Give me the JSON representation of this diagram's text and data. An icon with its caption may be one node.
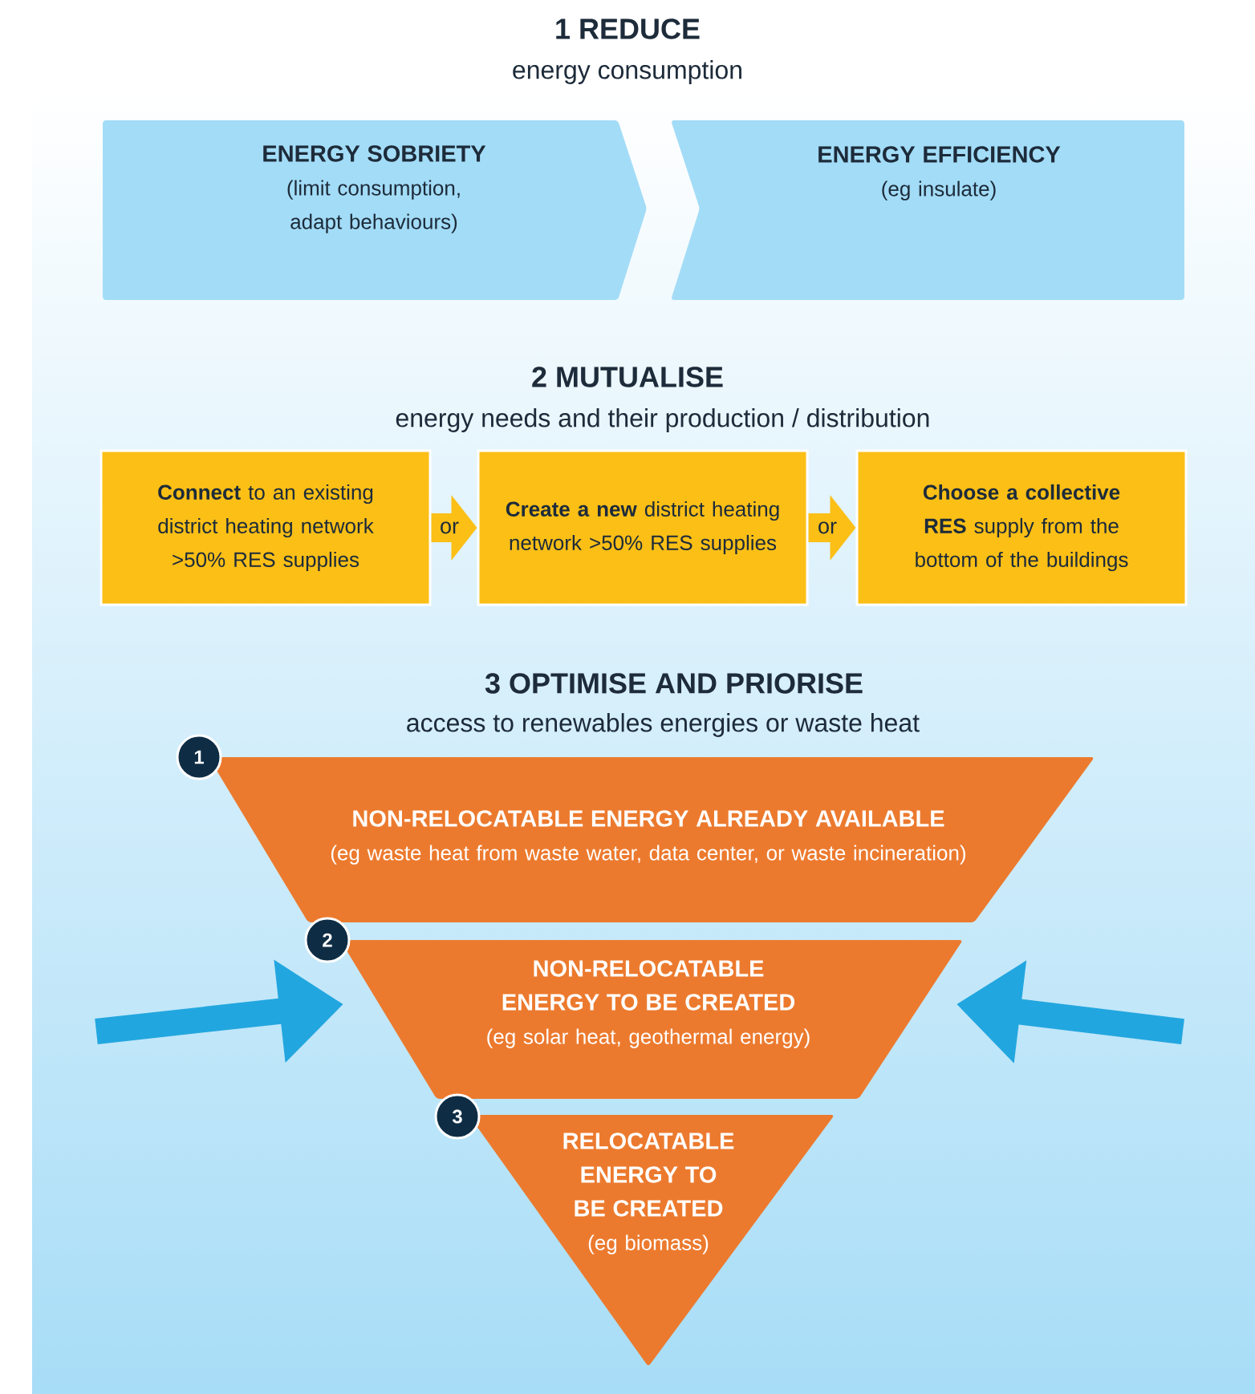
{
  "diagram": {
    "nodes": [
      {
        "text": [
          "ENERGY SOBRIETY",
          "(limit consumption, adapt behaviours)"
        ]
      },
      {
        "text": [
          "ENERGY EFFICIENCY",
          "(eg insulate)"
        ]
      },
      {
        "text": [
          "**Connect** to an existing district heating network >50% RES supplies"
        ]
      },
      {
        "text": [
          "**Create a new** district heating network >50% RES supplies"
        ]
      },
      {
        "text": [
          "**Choose a collective RES** supply from the bottom of the buildings"
        ]
      },
      {
        "text": [
          "NON-RELOCATABLE ENERGY ALREADY AVAILABLE",
          "(eg  waste heat from waste water, data center, or waste incineration)"
        ],
        "beside": [
          "1"
        ]
      },
      {
        "text": [
          "NON-RELOCATABLE ENERGY TO BE CREATED",
          "(eg solar heat, geothermal energy)"
        ],
        "beside": [
          "2"
        ]
      },
      {
        "text": [
          "RELOCATABLE ENERGY TO BE CREATED",
          "(eg biomass)"
        ],
        "beside": [
          "3"
        ]
      }
    ],
    "edges": [
      {
        "from": 2,
        "to": 3,
        "arrow": "to",
        "label": "or",
        "color": "#fbbf16"
      },
      {
        "from": 3,
        "to": 4,
        "arrow": "to",
        "label": "or",
        "color": "#fbbf16"
      },
      {
        "from": null,
        "to": 6,
        "arrow": "to",
        "color": "#22a6df"
      },
      {
        "from": null,
        "to": 6,
        "arrow": "to",
        "color": "#22a6df"
      }
    ],
    "labels": [
      "1 REDUCE",
      "energy consumption",
      "2 MUTUALISE",
      "energy needs and their production / distribution",
      "3 OPTIMISE AND PRIORISE",
      "access to renewables energies or waste heat"
    ]
  }
}
